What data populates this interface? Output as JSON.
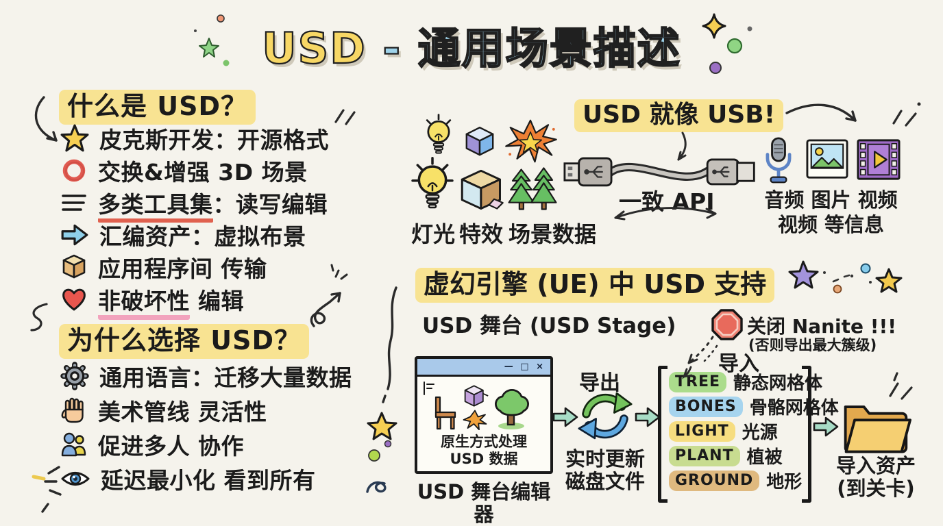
{
  "title": {
    "usd": "USD",
    "dash": "-",
    "rest": "通用场景描述"
  },
  "what": {
    "heading": "什么是 USD？",
    "items": [
      {
        "icon": "star-icon",
        "text": "皮克斯开发：开源格式"
      },
      {
        "icon": "ring-icon",
        "text": "交换&增强 3D 场景"
      },
      {
        "icon": "list-icon",
        "lead": "多类工具集",
        "rest": "：读写编辑"
      },
      {
        "icon": "arrow-right-icon",
        "text": "汇编资产：虚拟布景"
      },
      {
        "icon": "box-icon",
        "text": "应用程序间 传输"
      },
      {
        "icon": "heart-icon",
        "lead": "非破坏性",
        "rest": " 编辑"
      }
    ]
  },
  "why": {
    "heading": "为什么选择 USD？",
    "items": [
      {
        "icon": "gear-icon",
        "text": "通用语言：迁移大量数据"
      },
      {
        "icon": "hand-icon",
        "text": "美术管线 灵活性"
      },
      {
        "icon": "people-icon",
        "text": "促进多人 协作"
      },
      {
        "icon": "eye-icon",
        "text": "延迟最小化 看到所有"
      }
    ]
  },
  "scene_inputs": {
    "icons": [
      "lightbulb-icon",
      "cube-icon",
      "explosion-icon",
      "lightbulb-icon",
      "box-3d-icon",
      "trees-icon"
    ],
    "labels": [
      "灯光",
      "特效",
      "场景数据"
    ]
  },
  "usb": {
    "heading": "USD 就像 USB!",
    "api_label": "一致 API",
    "icon": "usb-cable-icon"
  },
  "media": {
    "icons": [
      "microphone-icon",
      "picture-icon",
      "film-icon"
    ],
    "line1": "音频 图片 视频",
    "line2": "视频 等信息"
  },
  "ue": {
    "heading": "虚幻引擎 (UE) 中 USD 支持",
    "stage_label": "USD 舞台 (USD Stage)",
    "editor": {
      "controls": "— □ ×",
      "line1": "原生方式处理",
      "line2": "USD 数据",
      "caption": "USD 舞台编辑器"
    },
    "export_label": "导出",
    "sync_line1": "实时更新",
    "sync_line2": "磁盘文件",
    "warning_title": "关闭 Nanite !!!",
    "warning_sub": "(否则导出最大簇级)",
    "import_label": "导入",
    "assets": [
      {
        "tag": "TREE",
        "label": "静态网格体",
        "badge_style": "background:#abdc8c"
      },
      {
        "tag": "BONES",
        "label": "骨骼网格体",
        "badge_style": "background:#a6d4ee"
      },
      {
        "tag": "LIGHT",
        "label": "光源",
        "badge_style": "background:#f6dd80"
      },
      {
        "tag": "PLANT",
        "label": "植被",
        "badge_style": "background:#c8dc90"
      },
      {
        "tag": "GROUND",
        "label": "地形",
        "badge_style": "background:#dfb97f"
      }
    ],
    "folder_line1": "导入资产",
    "folder_line2": "(到关卡)"
  },
  "colors": {
    "background": "#f5f3ec",
    "highlight": "#f8e392",
    "title_usd": "#f7d765",
    "title_cn": "#9fd3ea",
    "underline_red": "#e0614f",
    "underline_pink": "#f2a3bd",
    "flow_arrow": "#a7dcc6",
    "badge_green": "#abdc8c",
    "badge_blue": "#a6d4ee",
    "badge_yellow": "#f6dd80",
    "badge_olive": "#c8dc90",
    "badge_tan": "#dfb97f"
  }
}
